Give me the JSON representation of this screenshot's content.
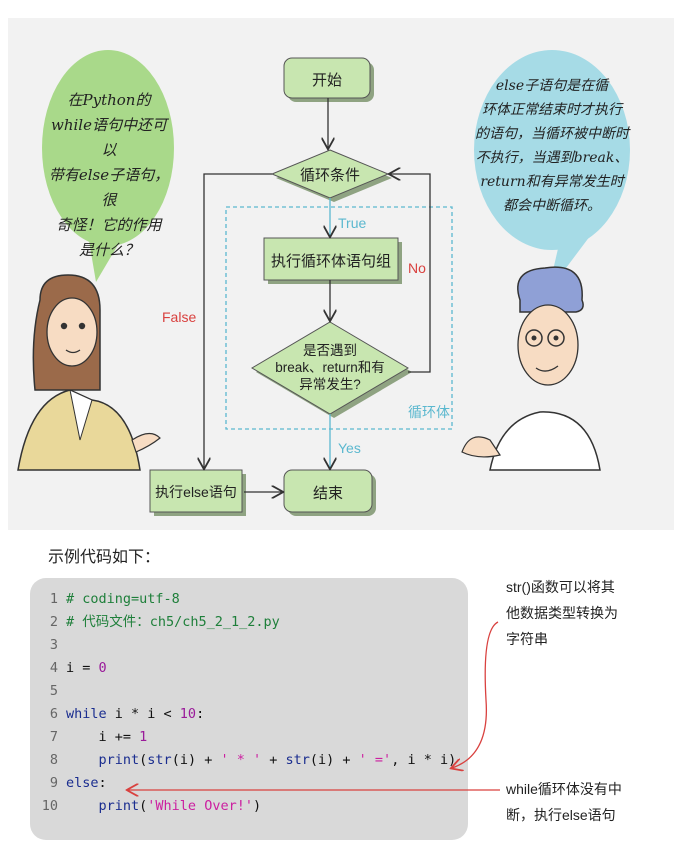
{
  "left_bubble": {
    "lines": [
      "在Python的",
      "while语句中还可以",
      "带有else子语句，很",
      "奇怪！它的作用",
      "是什么？"
    ]
  },
  "right_bubble": {
    "lines": [
      "else子语句是在循",
      "环体正常结束时才执行",
      "的语句，当循环被中断时",
      "不执行，当遇到break、",
      "return和有异常发生时",
      "都会中断循环。"
    ]
  },
  "flowchart": {
    "start": "开始",
    "condition": "循环条件",
    "body": "执行循环体语句组",
    "check_lines": [
      "是否遇到",
      "break、return和有",
      "异常发生?"
    ],
    "else_block": "执行else语句",
    "end": "结束",
    "true_label": "True",
    "false_label": "False",
    "no_label": "No",
    "yes_label": "Yes",
    "loop_label": "循环体",
    "colors": {
      "accent_cyan": "#5bb8cf",
      "false_red": "#d9413f",
      "no_red": "#d9413f",
      "node_fill": "#c8e6b0"
    }
  },
  "section_title": "示例代码如下：",
  "code": {
    "lines": [
      {
        "n": "1",
        "parts": [
          [
            "comment",
            "# coding=utf-8"
          ]
        ]
      },
      {
        "n": "2",
        "parts": [
          [
            "comment",
            "# 代码文件：ch5/ch5_2_1_2.py"
          ]
        ]
      },
      {
        "n": "3",
        "parts": []
      },
      {
        "n": "4",
        "parts": [
          [
            "id",
            "i = "
          ],
          [
            "num",
            "0"
          ]
        ]
      },
      {
        "n": "5",
        "parts": []
      },
      {
        "n": "6",
        "parts": [
          [
            "kw",
            "while"
          ],
          [
            "id",
            " i * i < "
          ],
          [
            "num",
            "10"
          ],
          [
            "id",
            ":"
          ]
        ]
      },
      {
        "n": "7",
        "parts": [
          [
            "id",
            "    i += "
          ],
          [
            "num",
            "1"
          ]
        ]
      },
      {
        "n": "8",
        "parts": [
          [
            "fn",
            "    print"
          ],
          [
            "id",
            "("
          ],
          [
            "fn",
            "str"
          ],
          [
            "id",
            "(i) + "
          ],
          [
            "str",
            "' * '"
          ],
          [
            "id",
            " + "
          ],
          [
            "fn",
            "str"
          ],
          [
            "id",
            "(i) + "
          ],
          [
            "str",
            "' ='"
          ],
          [
            "id",
            ", i * i)"
          ]
        ]
      },
      {
        "n": "9",
        "parts": [
          [
            "kw",
            "else"
          ],
          [
            "id",
            ":"
          ]
        ]
      },
      {
        "n": "10",
        "parts": [
          [
            "fn",
            "    print"
          ],
          [
            "id",
            "("
          ],
          [
            "str",
            "'While Over!'"
          ],
          [
            "id",
            ")"
          ]
        ]
      }
    ]
  },
  "notes": {
    "str_note": [
      "str()函数可以将其",
      "他数据类型转换为",
      "字符串"
    ],
    "while_note": [
      "while循环体没有中",
      "断，执行else语句"
    ]
  }
}
